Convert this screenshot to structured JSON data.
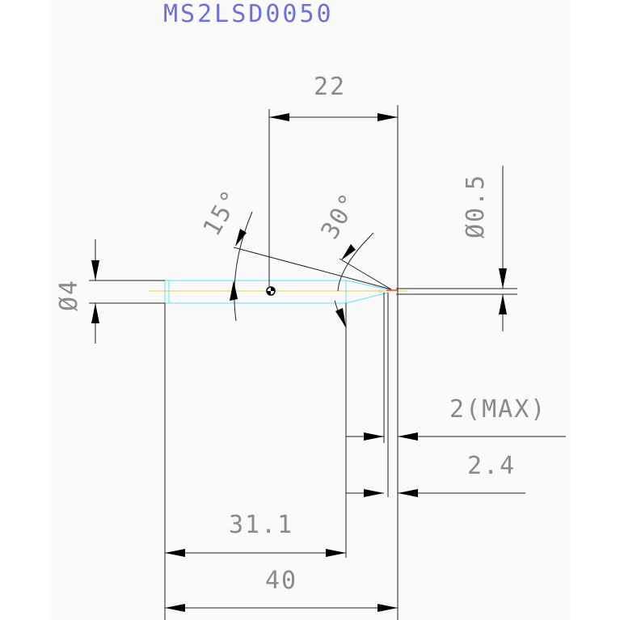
{
  "drawing": {
    "part_number": "MS2LSD0050",
    "colors": {
      "title": "#6f6fe0",
      "dimension_text": "#8a8a8a",
      "dimension_lines": "#222222",
      "tip_outline": "#66ddee",
      "centerline_yellow": "#e6d24a",
      "centerline_red": "#e05050"
    }
  },
  "dimensions": {
    "top_length": "22",
    "tip_diameter": "Ø0.5",
    "shank_diameter": "Ø4",
    "angle_outer": "15°",
    "angle_inner": "30°",
    "length_2max": "2(MAX)",
    "length_2_4": "2.4",
    "length_31_1": "31.1",
    "length_40": "40"
  }
}
